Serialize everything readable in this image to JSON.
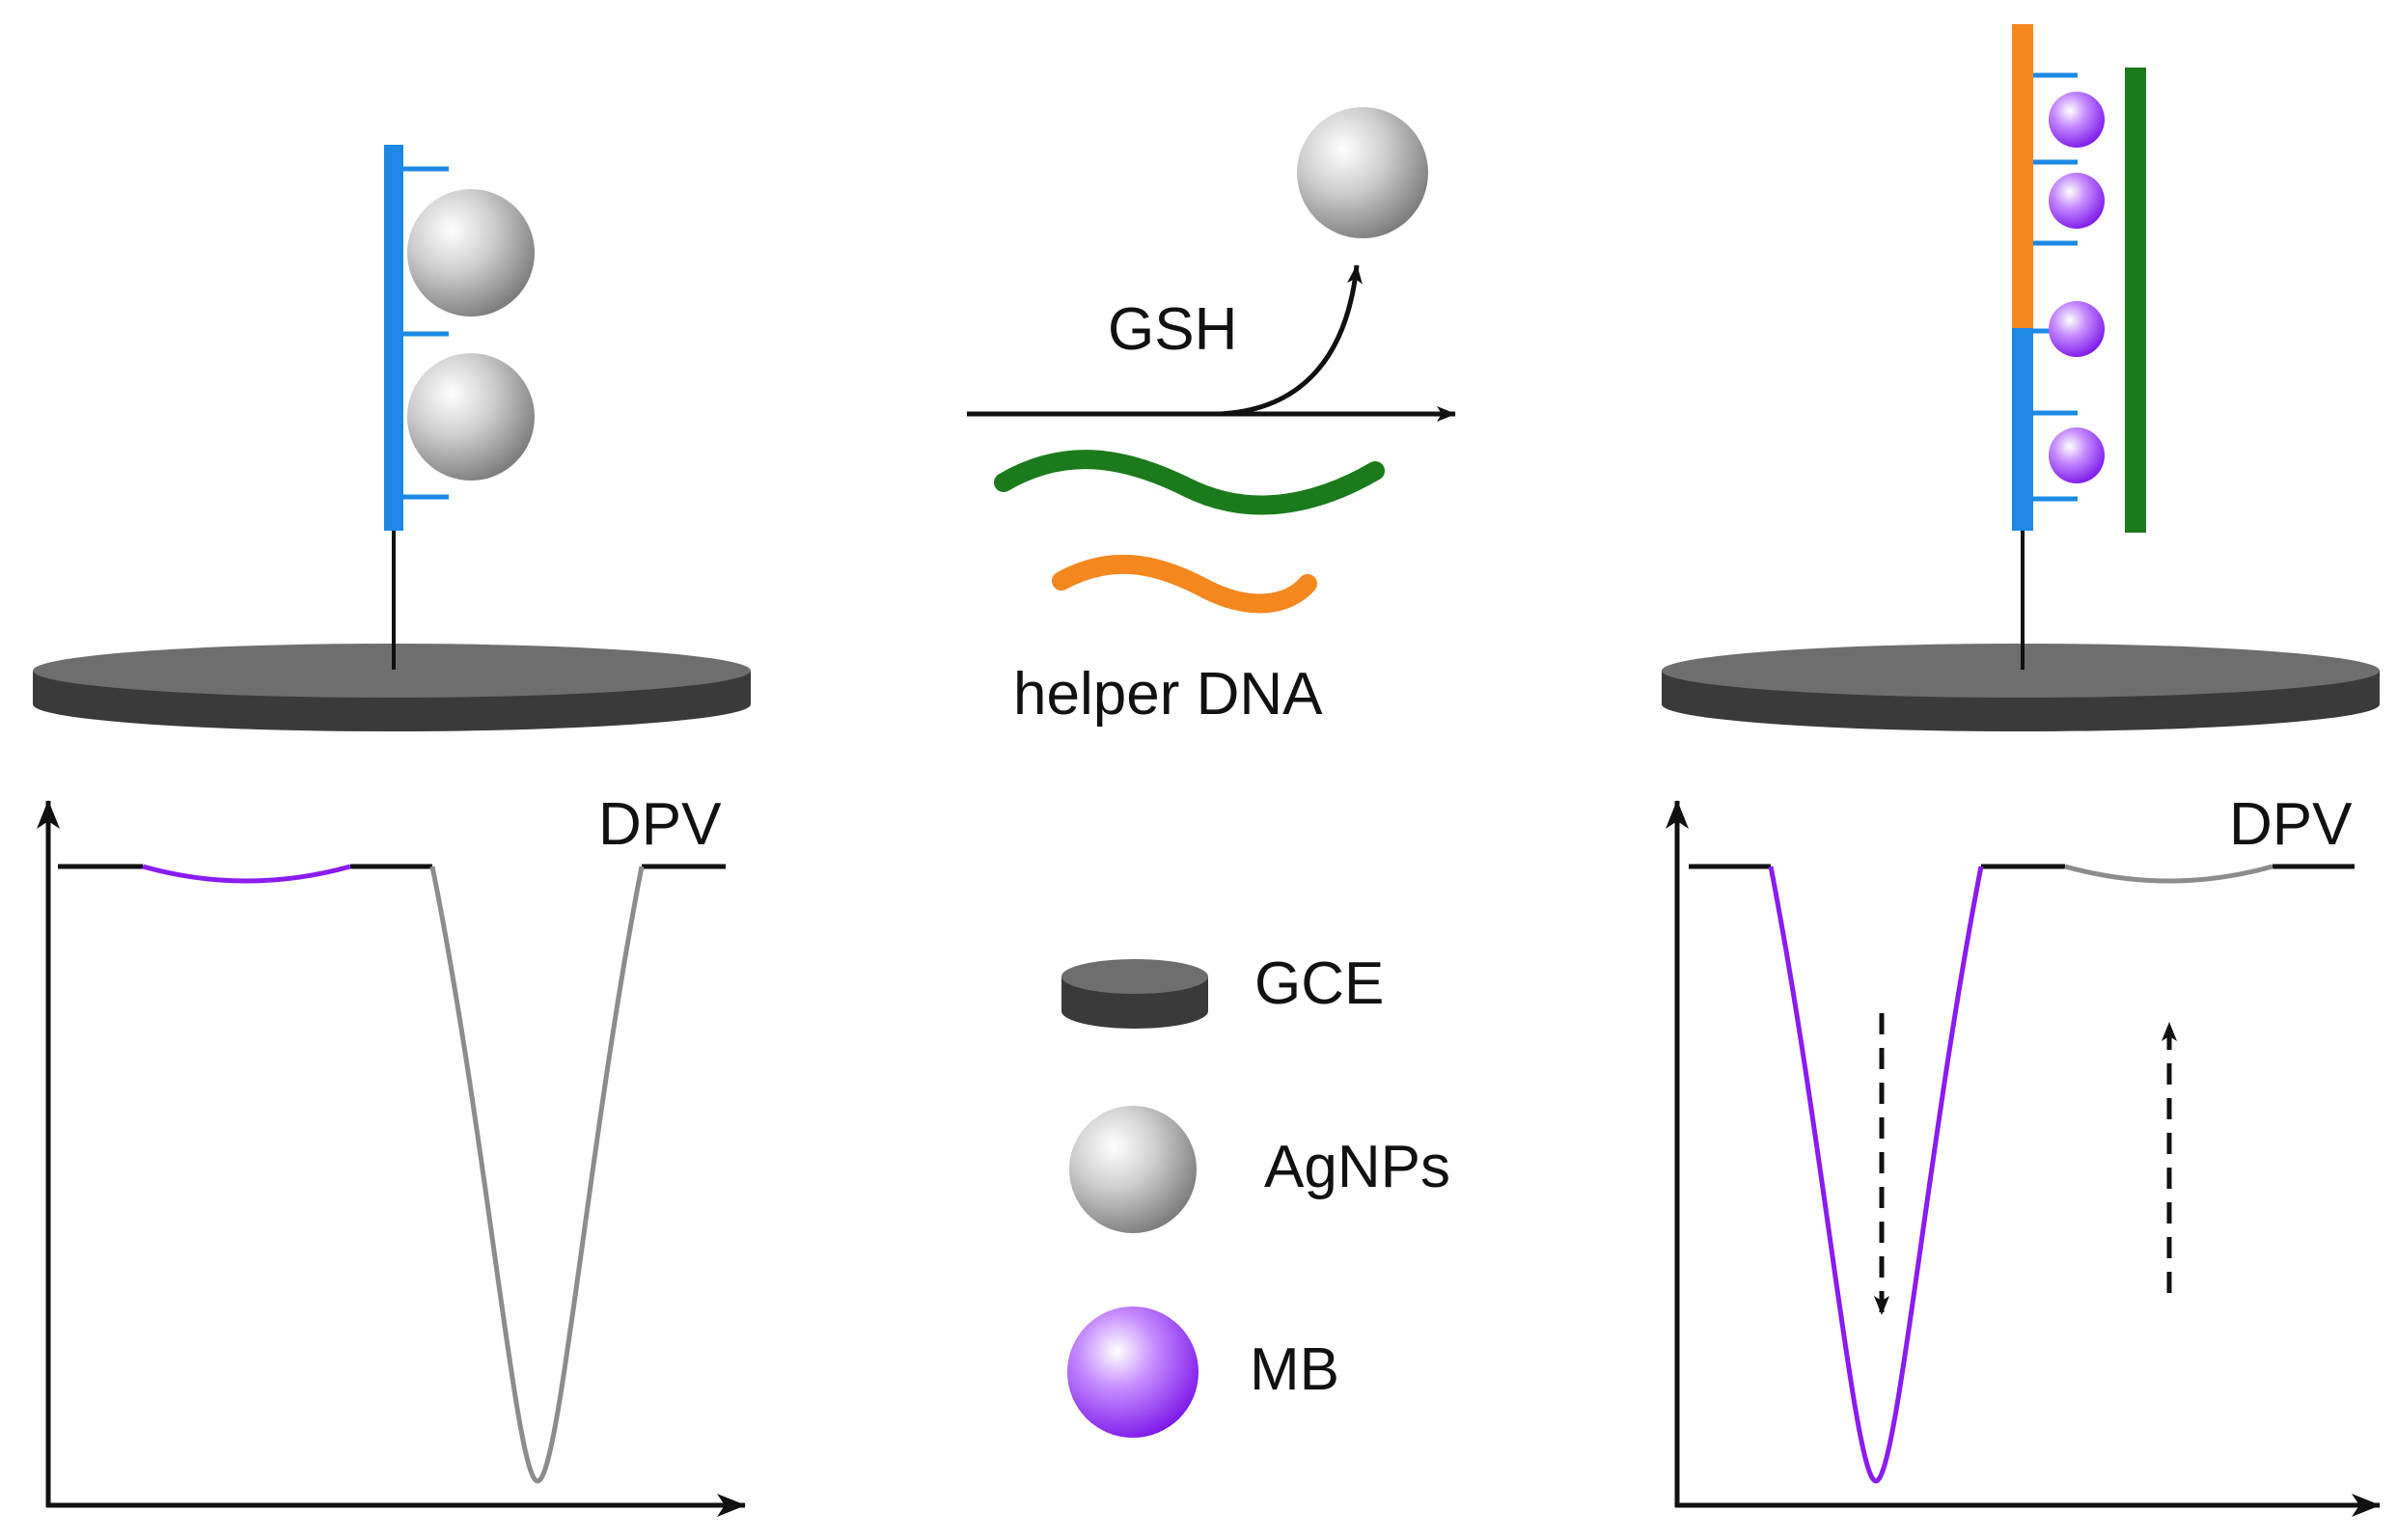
{
  "labels": {
    "reagent": "GSH",
    "helper": "helper DNA",
    "dpv_left": "DPV",
    "dpv_right": "DPV"
  },
  "legend": [
    {
      "key": "gce",
      "label": "GCE"
    },
    {
      "key": "agnp",
      "label": "AgNPs"
    },
    {
      "key": "mb",
      "label": "MB"
    }
  ],
  "colors": {
    "probe_dna": "#1e88e5",
    "target_dna": "#1b7a1b",
    "helper_dna": "#f5871f",
    "mb": "#8a1cf0",
    "agnp": "#9a9a9a",
    "electrode_top": "#6e6e6e",
    "electrode_side": "#3a3a3a",
    "curve_gray": "#8c8c8c",
    "axis": "#111111"
  },
  "dpv_left": {
    "mb_peak": "small",
    "ag_peak": "large"
  },
  "dpv_right": {
    "mb_peak": "large",
    "ag_peak": "small",
    "mb_trend": "increase",
    "ag_trend": "decrease"
  }
}
